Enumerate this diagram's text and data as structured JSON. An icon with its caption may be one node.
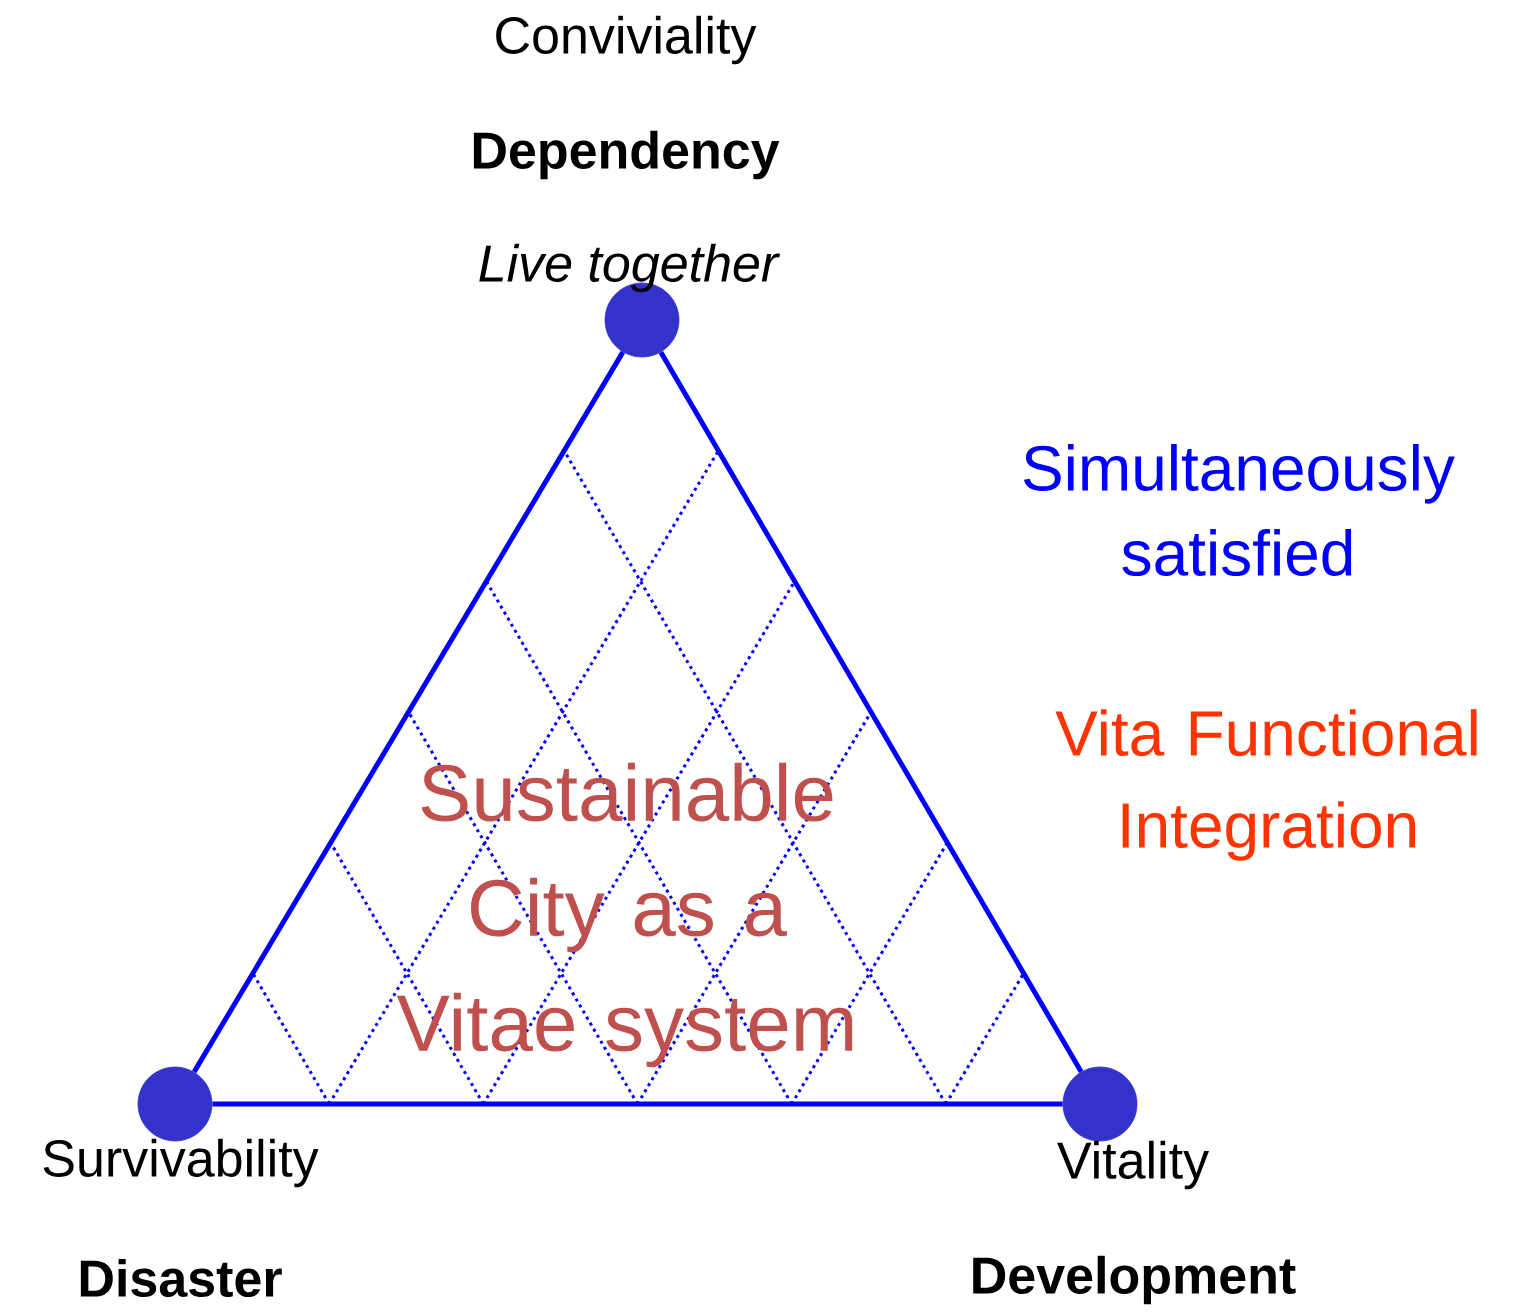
{
  "diagram": {
    "nodes": [
      {
        "text": [],
        "shape": "circle",
        "beside": [
          "Conviviality",
          "Dependency",
          "Live together"
        ]
      },
      {
        "text": [],
        "shape": "circle",
        "beside": [
          "Survivability",
          "Disaster"
        ]
      },
      {
        "text": [],
        "shape": "circle",
        "beside": [
          "Vitality",
          "Development"
        ]
      }
    ],
    "edges": [
      {
        "from": 0,
        "to": 1,
        "arrow": "none"
      },
      {
        "from": 1,
        "to": 2,
        "arrow": "none"
      },
      {
        "from": 2,
        "to": 0,
        "arrow": "none"
      }
    ],
    "labels": [
      "Simultaneously satisfied",
      "Vita Functional Integration",
      "Sustainable City as a Vitae system"
    ]
  }
}
